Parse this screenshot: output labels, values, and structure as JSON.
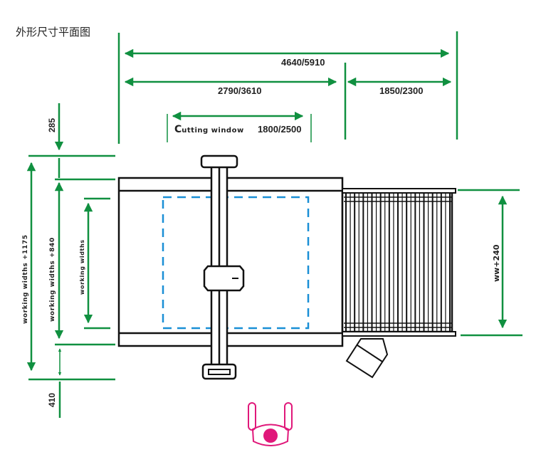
{
  "title": "外形尺寸平面图",
  "colors": {
    "dimension_line": "#109040",
    "machine_outline": "#111111",
    "cutting_window": "#1a8fd6",
    "operator": "#e0187a"
  },
  "dimensions": {
    "overall_length": "4640/5910",
    "main_table_length": "2790/3610",
    "conveyor_length": "1850/2300",
    "cutting_window_prefix": "C",
    "cutting_window_label": "utting window",
    "cutting_window_value": "1800/2500",
    "top_clearance": "285",
    "bottom_clearance": "410",
    "outer_width": "working widths +1175",
    "frame_width": "working widths +840",
    "inner_width": "working widths",
    "conveyor_width": "ww+240"
  },
  "components": {
    "main_table": "main-table",
    "gantry": "gantry",
    "cutting_head": "cutting-head",
    "conveyor": "conveyor-belt",
    "control_box": "control-box",
    "operator": "operator"
  }
}
